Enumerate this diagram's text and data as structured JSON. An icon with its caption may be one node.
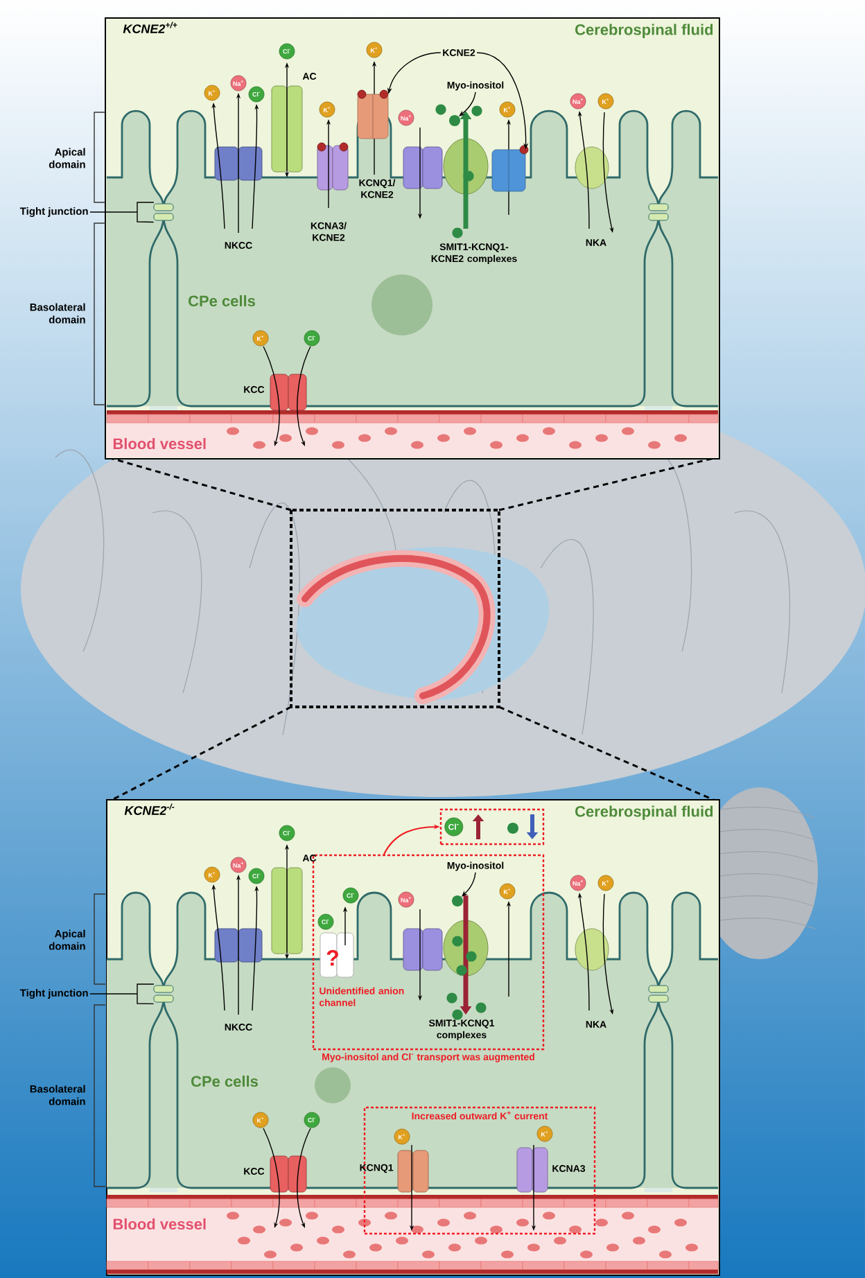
{
  "diagram": {
    "nodes": [
      {
        "text": [
          "KCNE2$^{+/+}$"
        ]
      },
      {
        "text": [
          "KCNE2"
        ],
        "in": 0
      },
      {
        "text": [],
        "shape": "picture",
        "in": 0
      },
      {
        "text": [],
        "shape": "picture",
        "in": 0
      },
      {
        "text": [
          "Myo-inositol"
        ],
        "in": 0
      },
      {
        "text": [],
        "shape": "circle",
        "in": 0
      },
      {
        "text": [
          "Tight junction"
        ]
      },
      {
        "text": [],
        "shape": "picture",
        "in": 0
      },
      {
        "text": [
          "KCNE2$^{-/-}$"
        ]
      },
      {
        "text": [
          "Myo-inositol and Cl$^{-}$ transport was augmented"
        ],
        "in": 8
      },
      {
        "text": [
          "Cl$^{-}$"
        ],
        "in": 8
      },
      {
        "text": [
          "Myo-inositol"
        ],
        "in": 9
      },
      {
        "text": [],
        "shape": "circle",
        "in": 9
      },
      {
        "text": [
          "Increased outward K$^{+}$ current"
        ],
        "in": 8
      },
      {
        "text": [
          "Tight junction"
        ]
      },
      {
        "text": [],
        "shape": "picture",
        "in": 8
      }
    ],
    "edges": [
      {
        "from": 1,
        "to": 2,
        "arrow": "to"
      },
      {
        "from": 1,
        "to": 3,
        "arrow": "to"
      },
      {
        "from": 4,
        "to": 5,
        "arrow": "to"
      },
      {
        "from": 6,
        "to": 7,
        "arrow": "none"
      },
      {
        "from": 9,
        "to": 10,
        "arrow": "to",
        "color": "#ee1c25"
      },
      {
        "from": 11,
        "to": 12,
        "arrow": "to"
      },
      {
        "from": 14,
        "to": 15,
        "arrow": "none"
      }
    ],
    "labels": [
      "Cerebrospinal fluid",
      "Apical domain",
      "Basolateral domain",
      "K$^{+}$",
      "Na$^{+}$",
      "Cl$^{-}$",
      "Cl$^{-}$",
      "AC",
      "K$^{+}$",
      "K$^{+}$",
      "Na$^{+}$",
      "K$^{+}$",
      "Na$^{+}$",
      "K$^{+}$",
      "NKCC",
      "KCNA3/ KCNE2",
      "KCNQ1/ KCNE2",
      "SMIT1-KCNQ1-KCNE2 complexes",
      "NKA",
      "CPe cells",
      "K$^{+}$",
      "Cl$^{-}$",
      "KCC",
      "Blood vessel",
      "Cerebrospinal fluid",
      "Apical domain",
      "Basolateral domain",
      "K$^{+}$",
      "Na$^{+}$",
      "Cl$^{-}$",
      "Cl$^{-}$",
      "AC",
      "Cl$^{-}$",
      "Cl$^{-}$",
      "?",
      "Na$^{+}$",
      "K$^{+}$",
      "Na$^{+}$",
      "K$^{+}$",
      "NKCC",
      "Unidentified anion channel",
      "SMIT1-KCNQ1 complexes",
      "NKA",
      "CPe cells",
      "K$^{+}$",
      "Cl$^{-}$",
      "KCC",
      "K$^{+}$",
      "K$^{+}$",
      "KCNQ1",
      "KCNA3",
      "Blood vessel"
    ]
  }
}
